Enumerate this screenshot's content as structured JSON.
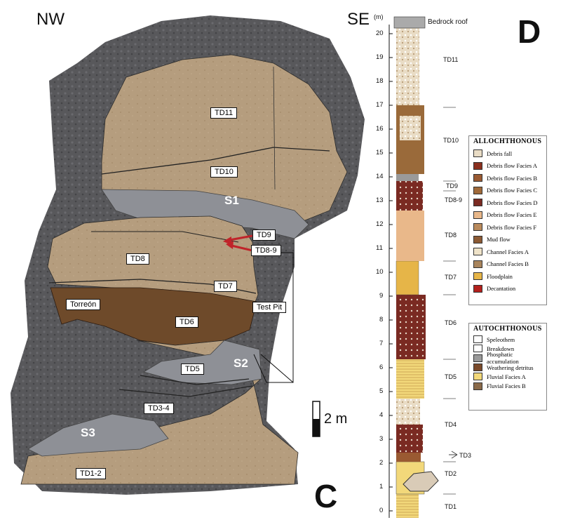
{
  "panel_c": {
    "orientation_left": "NW",
    "panel_letter": "C",
    "scale_label": "2 m",
    "units": [
      "TD11",
      "TD10",
      "TD9",
      "TD8-9",
      "TD8",
      "TD7",
      "Torreón",
      "TD6",
      "Test Pit",
      "TD5",
      "TD3-4",
      "TD1-2"
    ],
    "surfaces": [
      "S1",
      "S2",
      "S3"
    ],
    "colors": {
      "sediment": "#b59d7e",
      "torreon": "#6e4a2a",
      "grey_surface": "#8e9096",
      "rock": "#555558",
      "arrow": "#c0242a"
    }
  },
  "panel_d": {
    "orientation_right": "SE",
    "panel_letter": "D",
    "axis_unit": "(m)",
    "axis_ticks": [
      "0",
      "1",
      "2",
      "3",
      "4",
      "5",
      "6",
      "7",
      "8",
      "9",
      "10",
      "11",
      "12",
      "13",
      "14",
      "15",
      "16",
      "17",
      "18",
      "19",
      "20"
    ],
    "top_label": "Bedrock roof",
    "units": [
      "TD11",
      "TD10",
      "TD9",
      "TD8-9",
      "TD8",
      "TD7",
      "TD6",
      "TD5",
      "TD4",
      "TD3",
      "TD2",
      "TD1"
    ]
  },
  "legend_allochthonous": {
    "title": "ALLOCHTHONOUS",
    "items": [
      {
        "label": "Debris fall",
        "color": "#e9dcc5"
      },
      {
        "label": "Debris flow Facies A",
        "color": "#8a2f1e"
      },
      {
        "label": "Debris flow Facies B",
        "color": "#9a5a32"
      },
      {
        "label": "Debris flow Facies C",
        "color": "#a06a3a"
      },
      {
        "label": "Debris flow Facies D",
        "color": "#7a2a22"
      },
      {
        "label": "Debris flow Facies E",
        "color": "#e9b88a"
      },
      {
        "label": "Debris flow Facies F",
        "color": "#b98a5c"
      },
      {
        "label": "Mud flow",
        "color": "#8c5a34"
      },
      {
        "label": "Channel Facies A",
        "color": "#efe3c9"
      },
      {
        "label": "Channel Facies B",
        "color": "#a8845c"
      },
      {
        "label": "Floodplain",
        "color": "#e6b548"
      },
      {
        "label": "Decantation",
        "color": "#b3201c"
      }
    ]
  },
  "legend_autochthonous": {
    "title": "AUTOCHTHONOUS",
    "items": [
      {
        "label": "Speleothem",
        "color": "#ffffff"
      },
      {
        "label": "Breakdown",
        "color": "#ffffff"
      },
      {
        "label": "Phosphatic accumulation",
        "color": "#9a9a9a"
      },
      {
        "label": "Weathering detritus",
        "color": "#7a4a2a"
      },
      {
        "label": "Fluvial Facies A",
        "color": "#f2d87a"
      },
      {
        "label": "Fluvial Facies B",
        "color": "#8a6a4a"
      }
    ]
  }
}
